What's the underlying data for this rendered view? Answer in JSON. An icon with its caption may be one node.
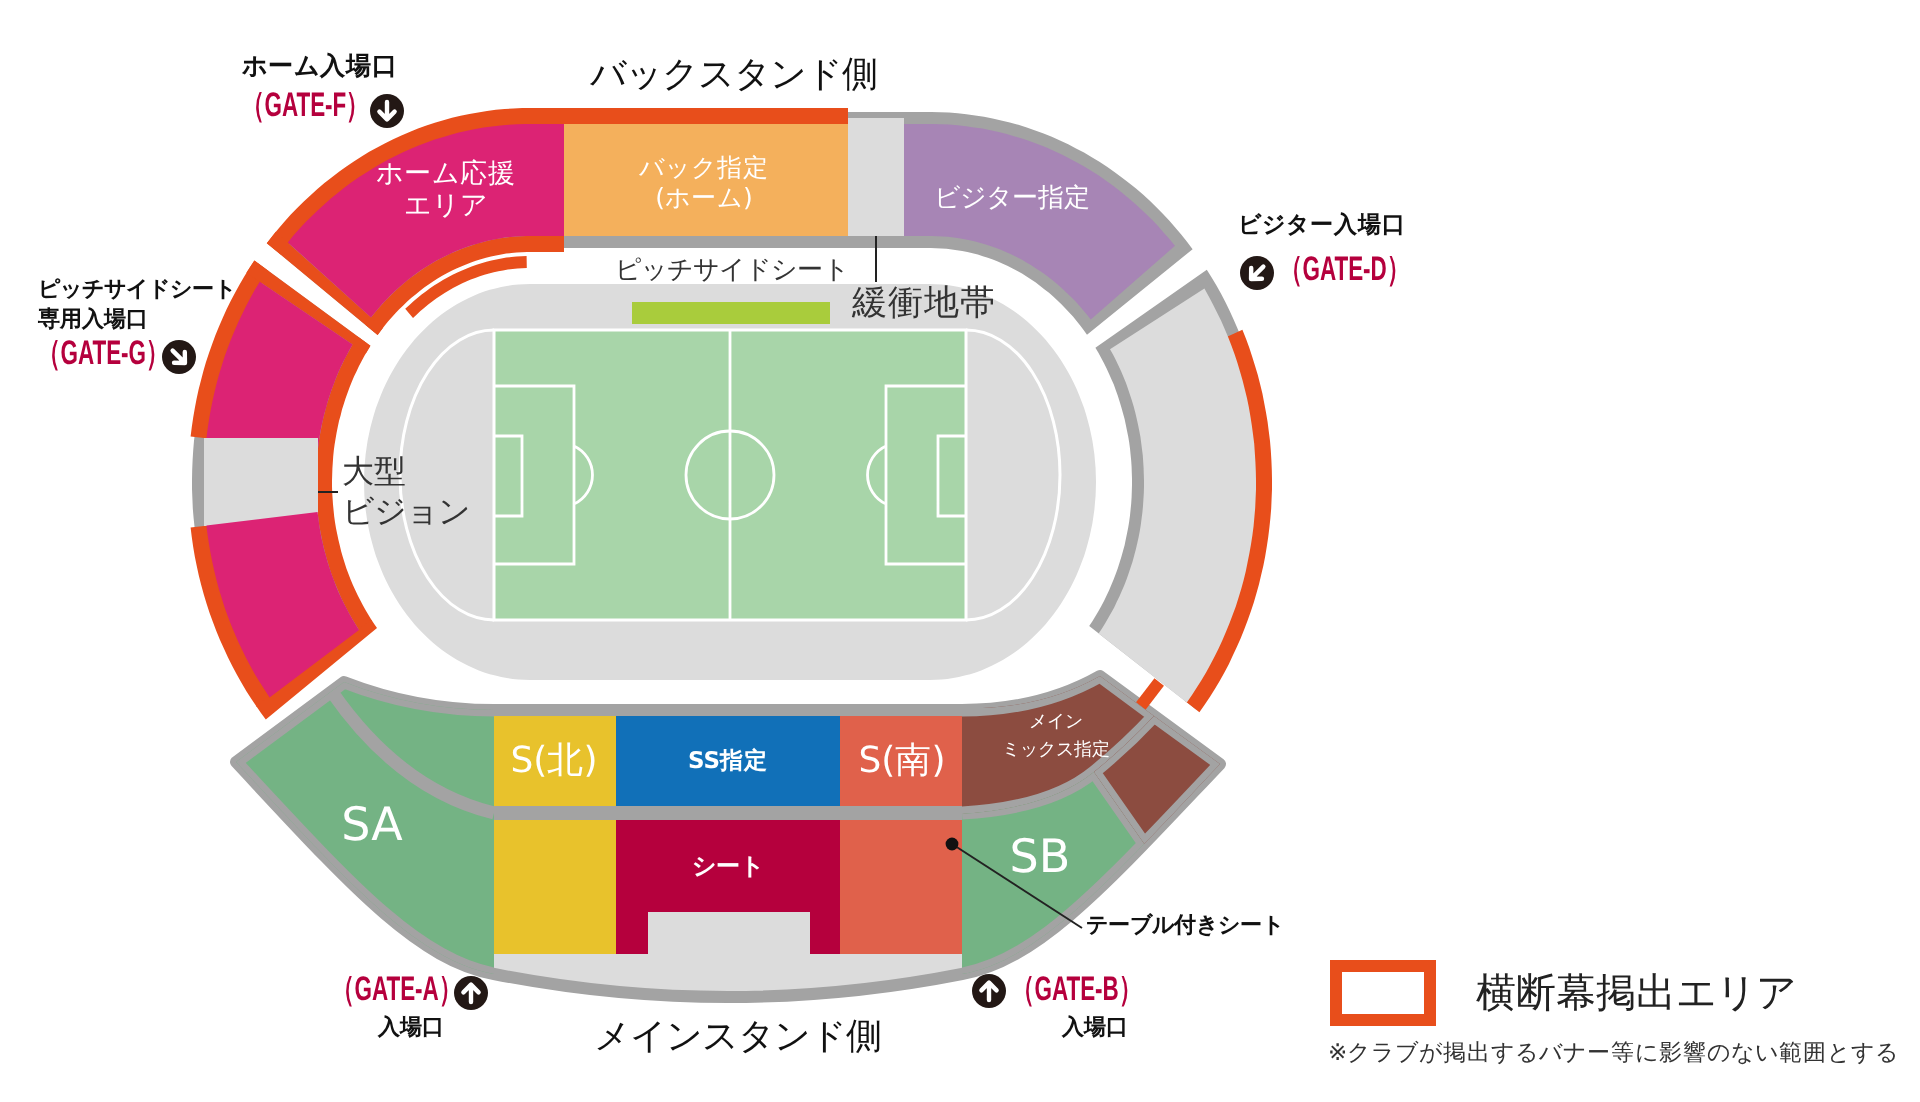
{
  "diagram": {
    "nodes": [
      {
        "text": [
          "ホーム応援エリア"
        ]
      },
      {
        "text": [
          "バック指定(ホーム)"
        ]
      },
      {
        "text": [],
        "shape": "box"
      },
      {
        "text": [
          "ビジター指定"
        ]
      },
      {
        "text": [
          "ピッチサイドシート"
        ]
      },
      {
        "text": [
          "緩衝地帯"
        ]
      },
      {
        "text": [],
        "shape": "band"
      },
      {
        "text": [],
        "shape": "band"
      },
      {
        "text": [
          "大型ビジョン"
        ]
      },
      {
        "text": [],
        "shape": "box"
      },
      {
        "text": [],
        "shape": "band"
      },
      {
        "text": [
          "S(北)"
        ]
      },
      {
        "text": [
          "SS指定"
        ]
      },
      {
        "text": [
          "S(南)"
        ]
      },
      {
        "text": [
          "メインミックス指定"
        ]
      },
      {
        "text": [
          "SA"
        ]
      },
      {
        "text": [],
        "shape": "box"
      },
      {
        "text": [
          "シート"
        ]
      },
      {
        "text": [],
        "shape": "box"
      },
      {
        "text": [
          "SB"
        ]
      },
      {
        "text": [],
        "shape": "band"
      },
      {
        "text": [
          "テーブル付きシート"
        ]
      }
    ],
    "edges": [
      {
        "from": 5,
        "to": 2,
        "arrow": "none"
      },
      {
        "from": 8,
        "to": 9,
        "arrow": "none"
      },
      {
        "from": 21,
        "to": 18,
        "arrow": "other"
      }
    ],
    "labels": [
      "ホーム入場口",
      "（GATE-F）",
      "バックスタンド側",
      "ピッチサイドシート専用入場口",
      "（GATE-G）",
      "ビジター入場口",
      "（GATE-D）",
      "（GATE-A）",
      "入場口",
      "（GATE-B）",
      "入場口",
      "メインスタンド側",
      "※クラブが掲出するバナー等に影響のない範囲とする"
    ],
    "legend": [
      {
        "text": "横断幕掲出エリア",
        "color": "#e84e1b"
      }
    ]
  }
}
